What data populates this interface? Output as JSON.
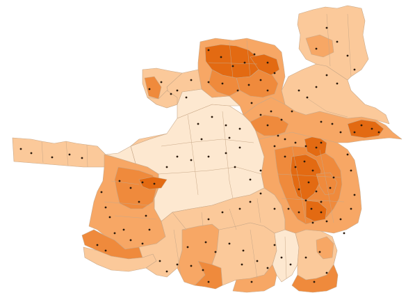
{
  "map": {
    "type": "choropleth",
    "classes": [
      {
        "id": "c1",
        "color": "#fde8d0"
      },
      {
        "id": "c2",
        "color": "#fbc99a"
      },
      {
        "id": "c3",
        "color": "#f7a765"
      },
      {
        "id": "c4",
        "color": "#ef8a3c"
      },
      {
        "id": "c5",
        "color": "#e36a12"
      }
    ],
    "boundary_color": "#c9a888",
    "centroid_color": "#2b1a0c"
  }
}
